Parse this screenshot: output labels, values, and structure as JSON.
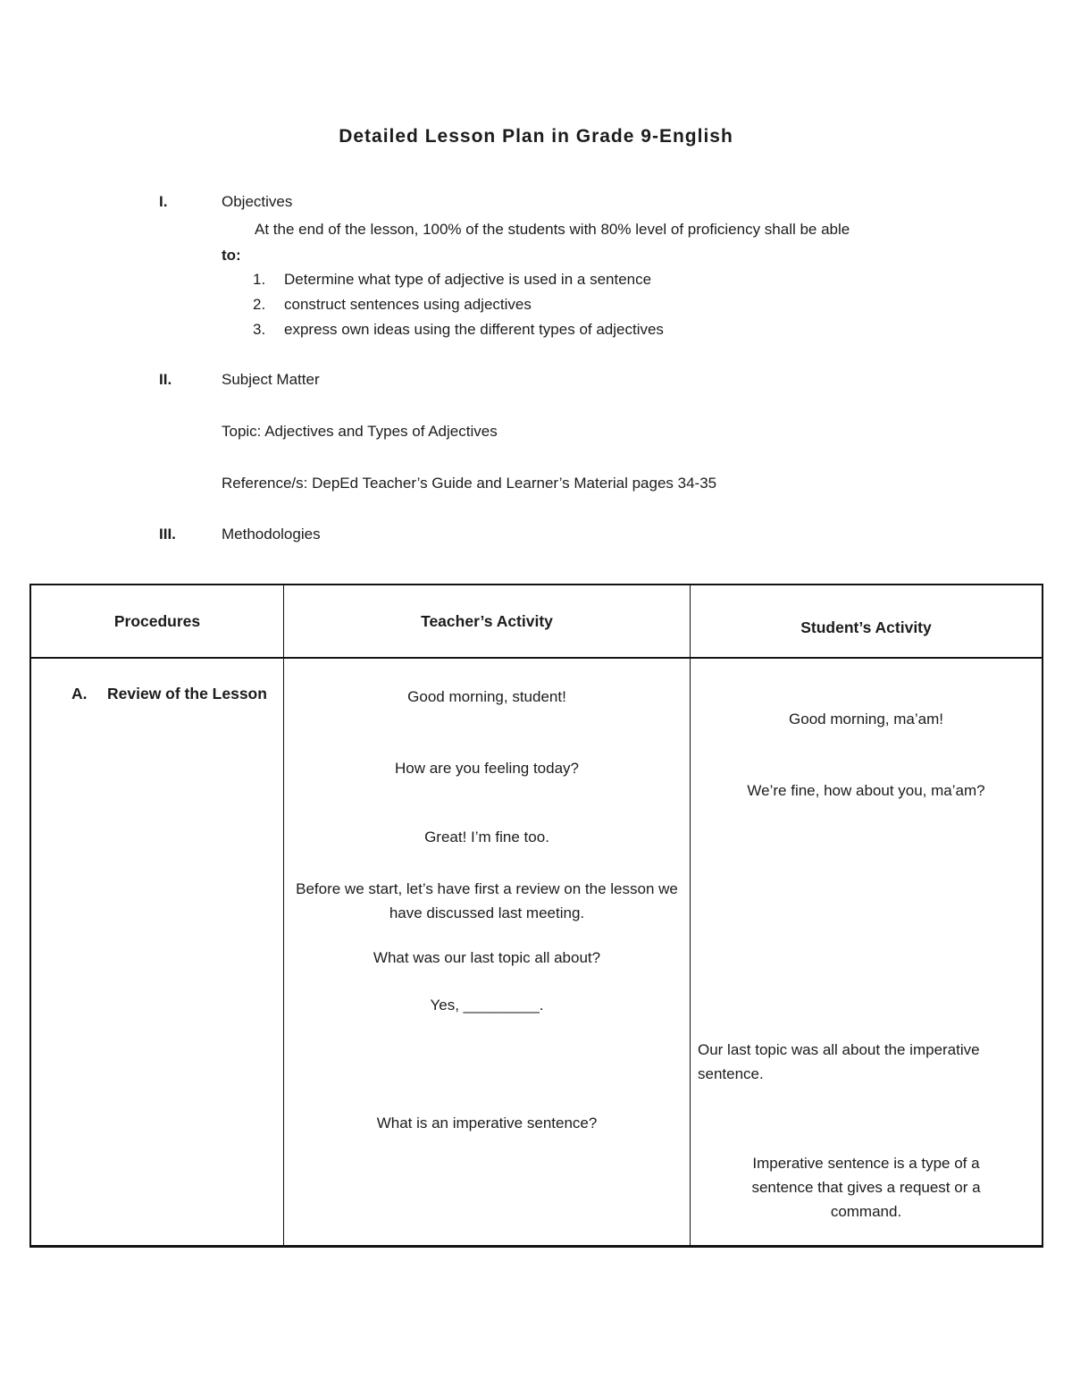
{
  "document": {
    "title": "Detailed Lesson Plan in Grade 9-English"
  },
  "sections": {
    "one": {
      "numeral": "I.",
      "heading": "Objectives",
      "intro_line1": "At the end of the lesson, 100% of the students with 80% level of proficiency shall be able",
      "intro_line2": "to:",
      "items": [
        {
          "num": "1.",
          "text": "Determine what type of adjective is used in a sentence"
        },
        {
          "num": "2.",
          "text": "construct sentences using adjectives"
        },
        {
          "num": "3.",
          "text": "express own ideas using the different types of adjectives"
        }
      ]
    },
    "two": {
      "numeral": "II.",
      "heading": "Subject Matter",
      "topic": "Topic: Adjectives and Types of Adjectives",
      "reference": "Reference/s: DepEd Teacher’s Guide and Learner’s Material pages 34-35"
    },
    "three": {
      "numeral": "III.",
      "heading": "Methodologies"
    }
  },
  "table": {
    "headers": [
      "Procedures",
      "Teacher’s Activity",
      "Student’s Activity"
    ],
    "procedures": {
      "label": "A.",
      "title": "Review of the Lesson"
    },
    "teacher_blocks": [
      "Good morning, student!",
      "How are you feeling today?",
      "Great! I’m fine too.",
      "Before we start, let’s have first a review on the lesson we have discussed last meeting.",
      "What was our last topic all about?",
      "Yes, _________.",
      "What is an imperative sentence?"
    ],
    "student_blocks": [
      "Good morning, ma’am!",
      "We’re fine, how about you, ma’am?",
      "Our last topic was all about the imperative sentence.",
      "Imperative sentence is a type of a sentence that gives a request or a command."
    ]
  }
}
